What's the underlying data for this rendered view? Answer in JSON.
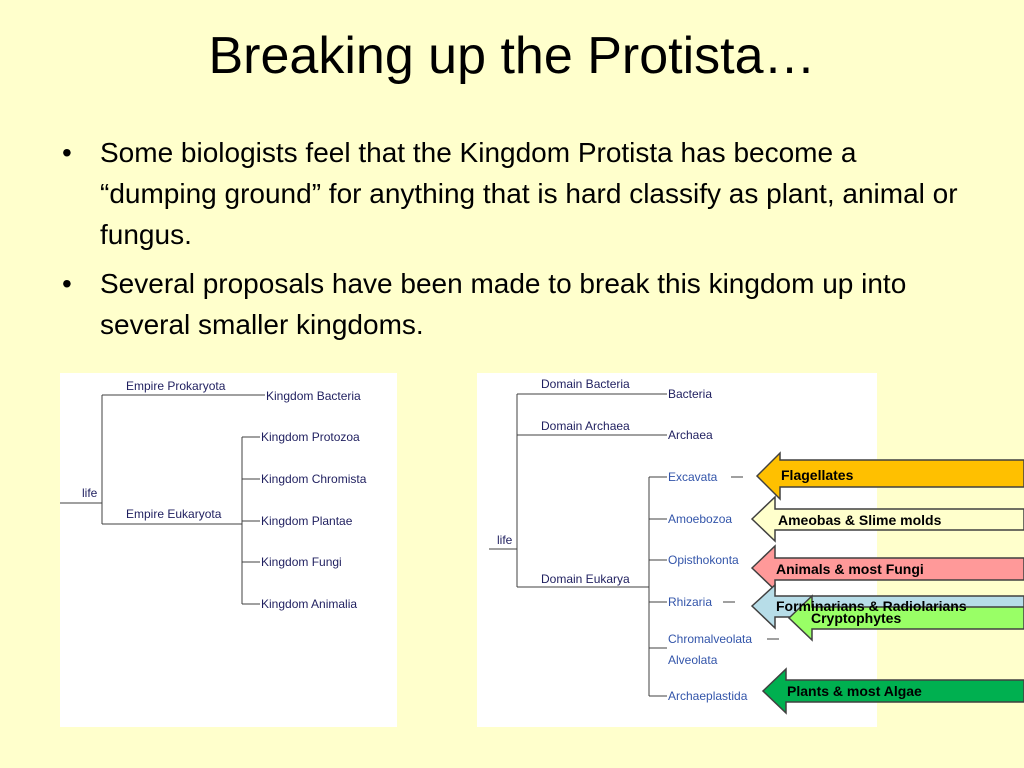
{
  "slide": {
    "title": "Breaking up the Protista…",
    "bullets": [
      "Some biologists feel that the Kingdom Protista has become a “dumping ground” for anything that is hard classify as plant, animal or fungus.",
      "Several proposals have been made to break this kingdom up into several smaller kingdoms."
    ],
    "bullet_glyph": "•"
  },
  "tree_left": {
    "root": "life",
    "empires": [
      "Empire Prokaryota",
      "Empire Eukaryota"
    ],
    "kingdoms": [
      "Kingdom Bacteria",
      "Kingdom Protozoa",
      "Kingdom Chromista",
      "Kingdom Plantae",
      "Kingdom Fungi",
      "Kingdom Animalia"
    ]
  },
  "tree_right": {
    "root": "life",
    "domains": [
      "Domain Bacteria",
      "Domain Archaea",
      "Domain Eukarya"
    ],
    "leaves_top": [
      "Bacteria",
      "Archaea"
    ],
    "supergroups": [
      "Excavata",
      "Amoebozoa",
      "Opisthokonta",
      "Rhizaria",
      "Chromalveolata",
      "Alveolata",
      "Archaeplastida"
    ]
  },
  "callouts": [
    {
      "label": "Flagellates",
      "color": "#ffc000"
    },
    {
      "label": "Ameobas & Slime molds",
      "color": "#ffffcc"
    },
    {
      "label": "Animals & most Fungi",
      "color": "#ff9999"
    },
    {
      "label": "Forminarians & Radiolarians",
      "color": "#b7dde8"
    },
    {
      "label": "Cryptophytes",
      "color": "#99ff66"
    },
    {
      "label": "Plants & most Algae",
      "color": "#00b050"
    }
  ],
  "colors": {
    "background": "#ffffcc",
    "tree_line": "#404040",
    "tree_text": "#1f1f5f",
    "supergroup_text": "#3355aa"
  }
}
